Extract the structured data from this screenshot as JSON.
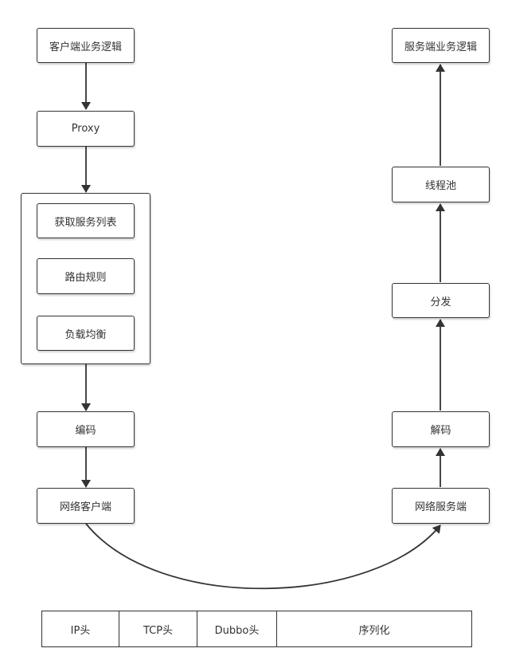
{
  "client": {
    "business_logic": "客户端业务逻辑",
    "proxy": "Proxy",
    "get_service_list": "获取服务列表",
    "routing_rules": "路由规则",
    "load_balance": "负载均衡",
    "encode": "编码",
    "network_client": "网络客户端"
  },
  "server": {
    "business_logic": "服务端业务逻辑",
    "thread_pool": "线程池",
    "dispatch": "分发",
    "decode": "解码",
    "network_server": "网络服务端"
  },
  "protocol": {
    "cells": [
      "IP头",
      "TCP头",
      "Dubbo头",
      "序列化"
    ]
  },
  "colors": {
    "stroke": "#333333",
    "background": "#ffffff"
  }
}
